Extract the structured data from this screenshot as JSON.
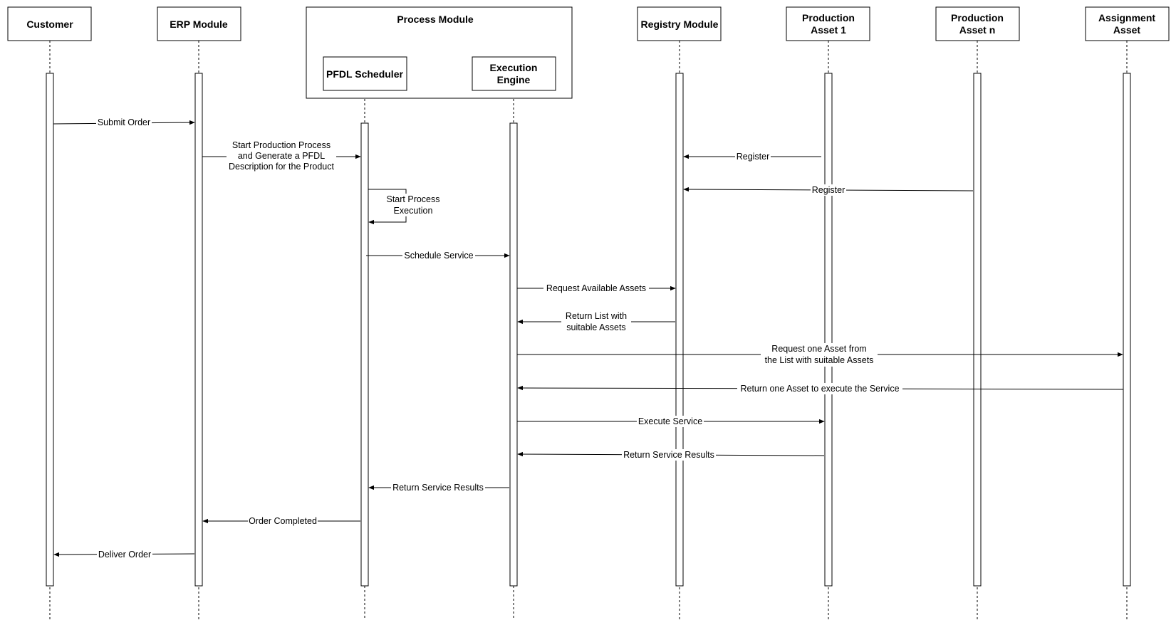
{
  "participants": {
    "customer": "Customer",
    "erp": "ERP Module",
    "process_module": "Process Module",
    "scheduler": "PFDL Scheduler",
    "engine_l1": "Execution",
    "engine_l2": "Engine",
    "registry": "Registry Module",
    "asset1_l1": "Production",
    "asset1_l2": "Asset 1",
    "assetn_l1": "Production",
    "assetn_l2": "Asset n",
    "assign_l1": "Assignment",
    "assign_l2": "Asset"
  },
  "messages": {
    "submit_order": "Submit Order",
    "start_production_l1": "Start Production Process",
    "start_production_l2": "and Generate a PFDL",
    "start_production_l3": "Description for the Product",
    "register_asset1": "Register",
    "register_assetn": "Register",
    "start_exec_l1": "Start Process",
    "start_exec_l2": "Execution",
    "schedule_service": "Schedule Service",
    "request_assets": "Request Available Assets",
    "return_list_l1": "Return List with",
    "return_list_l2": "suitable Assets",
    "request_one_l1": "Request one Asset from",
    "request_one_l2": "the List with suitable Assets",
    "return_one": "Return one Asset to execute the Service",
    "execute_service": "Execute Service",
    "return_results_engine": "Return Service Results",
    "return_results_sched": "Return Service Results",
    "order_completed": "Order Completed",
    "deliver_order": "Deliver Order"
  }
}
